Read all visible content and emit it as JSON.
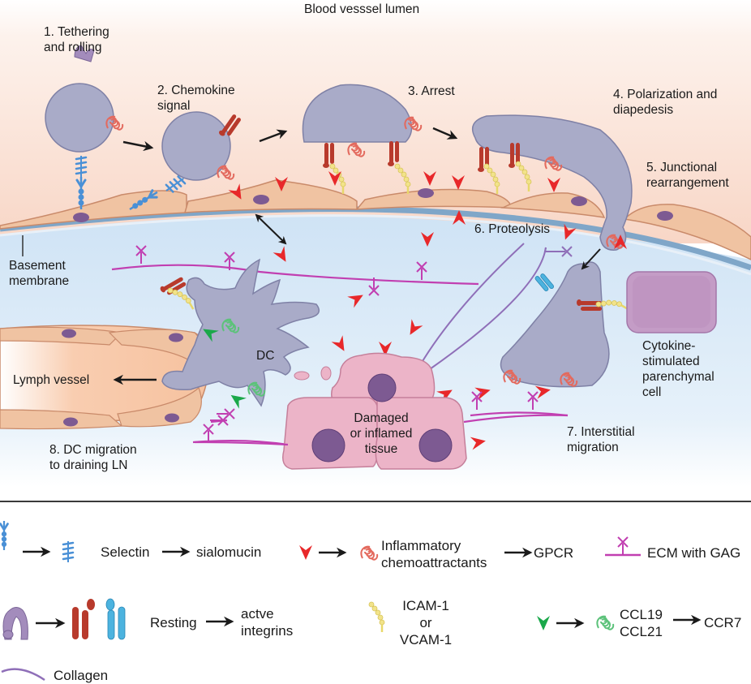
{
  "figure": {
    "title": "Blood vesssel lumen",
    "steps": [
      {
        "id": 1,
        "label": "1. Tethering\nand rolling"
      },
      {
        "id": 2,
        "label": "2. Chemokine\nsignal"
      },
      {
        "id": 3,
        "label": "3. Arrest"
      },
      {
        "id": 4,
        "label": "4. Polarization and\ndiapedesis"
      },
      {
        "id": 5,
        "label": "5. Junctional\nrearrangement"
      },
      {
        "id": 6,
        "label": "6. Proteolysis"
      },
      {
        "id": 7,
        "label": "7. Interstitial\nmigration"
      },
      {
        "id": 8,
        "label": "8. DC migration\nto draining LN"
      }
    ],
    "structures": {
      "basement_membrane": "Basement\nmembrane",
      "lymph_vessel": "Lymph vessel",
      "dc": "DC",
      "damaged_tissue": "Damaged\nor inflamed\ntissue",
      "parenchymal_cell": "Cytokine-\nstimulated\nparenchymal\ncell"
    }
  },
  "legend": {
    "selectin": {
      "from": "Selectin",
      "to": "sialomucin"
    },
    "chemoattractants": {
      "label": "Inflammatory\nchemoattractants",
      "to": "GPCR"
    },
    "ecm": {
      "label": "ECM with GAG"
    },
    "integrins": {
      "from": "Resting",
      "to": "actve\nintegrins"
    },
    "icam": {
      "label": "ICAM-1\nor\nVCAM-1"
    },
    "ccl": {
      "label": "CCL19\nCCL21",
      "to": "CCR7"
    },
    "collagen": {
      "label": "Collagen"
    }
  },
  "colors": {
    "lumen_top": "#fdf0ea",
    "lumen_bottom": "#f9d9cb",
    "endothelium": "#f0c3a2",
    "endothelium_stroke": "#c98a6a",
    "basement": "#7fa6c8",
    "interstitium": "#dbeaf7",
    "leukocyte": "#a9abc8",
    "leukocyte_stroke": "#7f81a6",
    "nucleus": "#7d5a92",
    "chemoattractant": "#e8282a",
    "gpcr": "#e36a5e",
    "integrin_active": "#b83a2c",
    "integrin_alt": "#4cb3df",
    "integrin_resting": "#a38cbc",
    "selectin": "#4a90d6",
    "icam": "#f2e38a",
    "ecm": "#c13fb1",
    "collagen": "#8f6fb8",
    "ccl": "#1aa84a",
    "tissue_cell": "#ecb4c8",
    "tissue_stroke": "#c57f9a",
    "parenchymal": "#c49cc6",
    "arrow": "#1a1a1a"
  }
}
